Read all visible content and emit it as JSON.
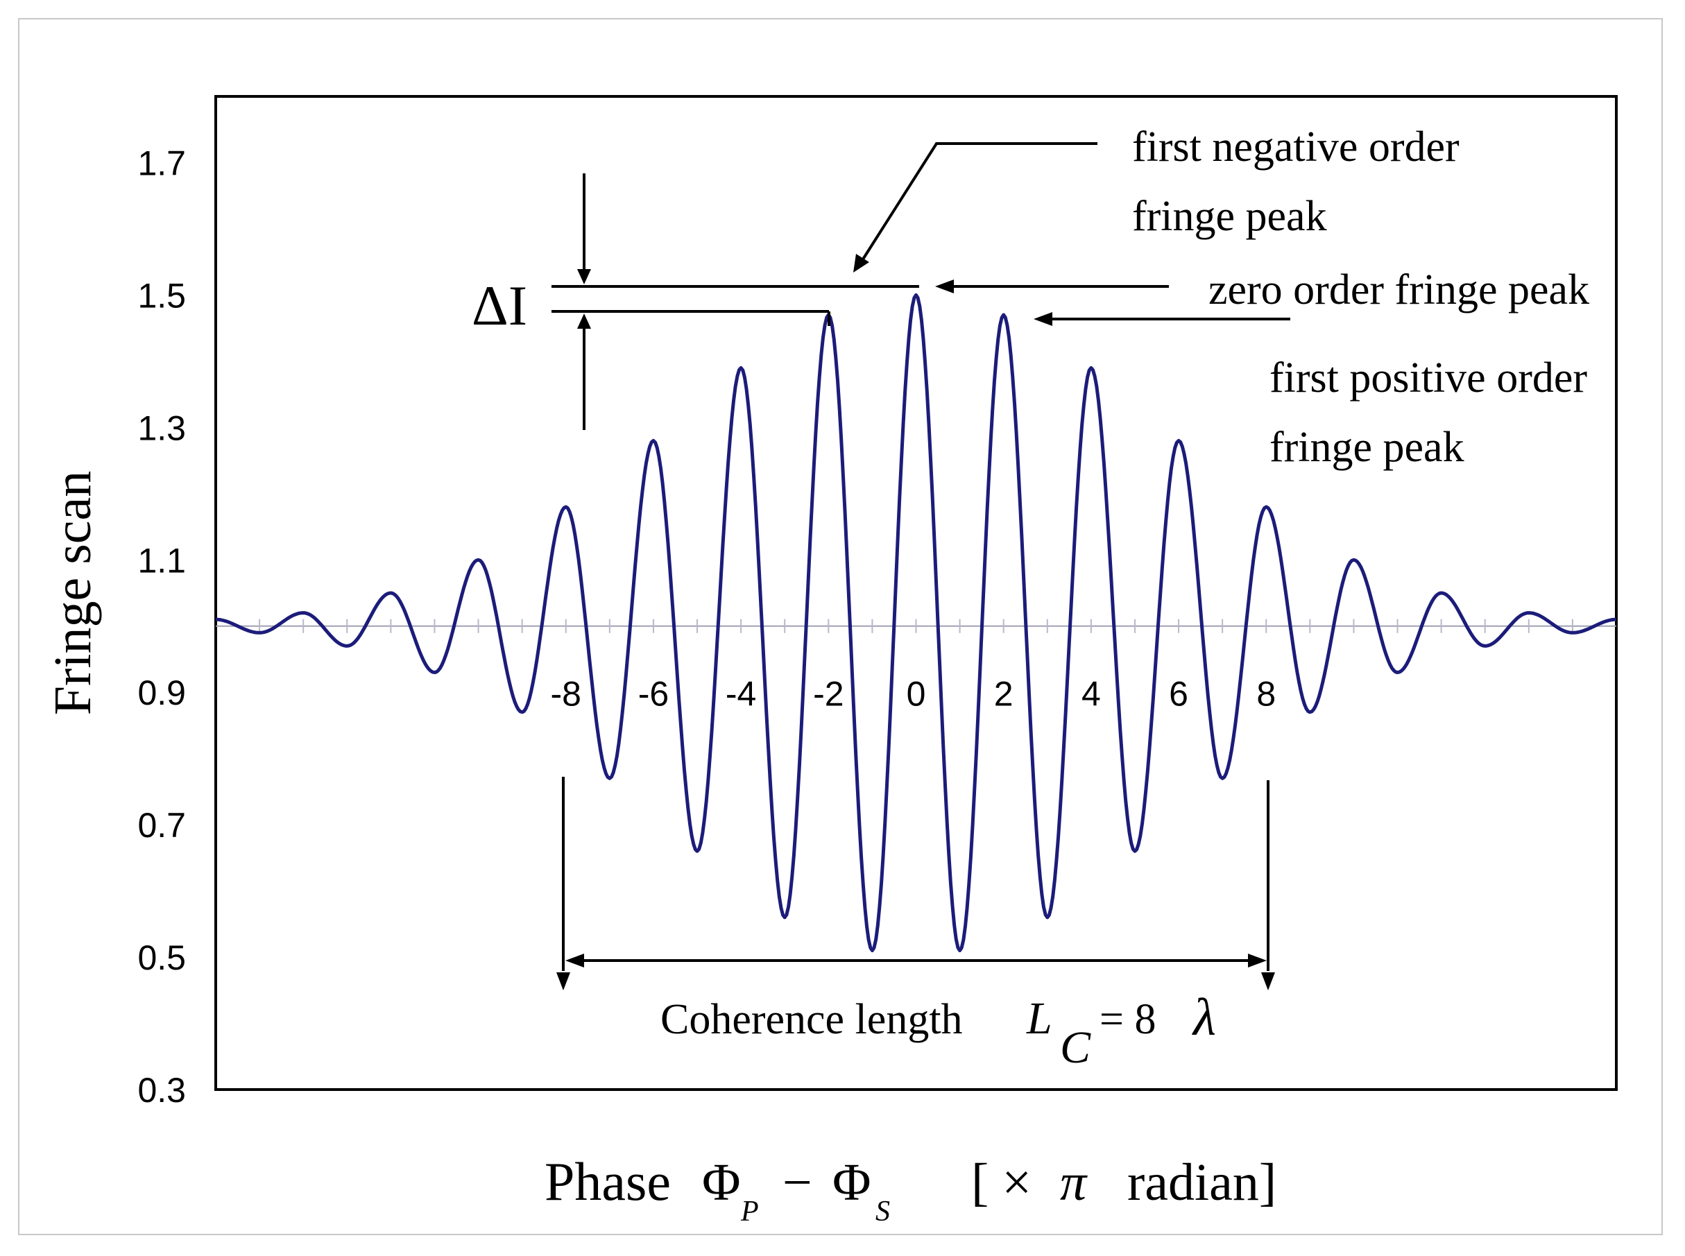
{
  "chart_data": {
    "type": "line",
    "ylabel": "Fringe scan",
    "xlabel_parts": {
      "word": "Phase",
      "phi": "Φ",
      "sub_p": "P",
      "minus": "−",
      "sub_s": "S",
      "unit_open": "[ ×",
      "pi": "π",
      "unit_close": "radian]"
    },
    "xlim": [
      -16,
      16
    ],
    "ylim": [
      0.3,
      1.8
    ],
    "yticks": [
      "1.7",
      "1.5",
      "1.3",
      "1.1",
      "0.9",
      "0.7",
      "0.5",
      "0.3"
    ],
    "ytick_values": [
      1.7,
      1.5,
      1.3,
      1.1,
      0.9,
      0.7,
      0.5,
      0.3
    ],
    "xticks": [
      "-8",
      "-6",
      "-4",
      "-2",
      "0",
      "2",
      "4",
      "6",
      "8"
    ],
    "xtick_values": [
      -8,
      -6,
      -4,
      -2,
      0,
      2,
      4,
      6,
      8
    ],
    "baseline": 1.0,
    "series": [
      {
        "color": "#1c1c7a",
        "x": [
          -16,
          -15,
          -14,
          -13,
          -12,
          -11,
          -10,
          -9,
          -8,
          -7,
          -6,
          -5,
          -4,
          -3,
          -2,
          -1,
          0,
          1,
          2,
          3,
          4,
          5,
          6,
          7,
          8,
          9,
          10,
          11,
          12,
          13,
          14,
          15,
          16
        ],
        "y": [
          1.01,
          0.99,
          1.02,
          0.97,
          1.05,
          0.93,
          1.1,
          0.87,
          1.18,
          0.77,
          1.28,
          0.66,
          1.39,
          0.56,
          1.47,
          0.51,
          1.5,
          0.51,
          1.47,
          0.56,
          1.39,
          0.66,
          1.28,
          0.77,
          1.18,
          0.87,
          1.1,
          0.93,
          1.05,
          0.97,
          1.02,
          0.99,
          1.01
        ]
      }
    ],
    "annotations": {
      "delta_i": "ΔI",
      "first_negative_1": "first negative order",
      "first_negative_2": "fringe peak",
      "zero_order": "zero order fringe peak",
      "first_positive_1": "first positive order",
      "first_positive_2": "fringe peak",
      "coherence_text": "Coherence length",
      "coherence_L": "L",
      "coherence_sub": "C",
      "coherence_value": "= 8",
      "lambda": "λ"
    },
    "grid": false,
    "legend": "none"
  }
}
